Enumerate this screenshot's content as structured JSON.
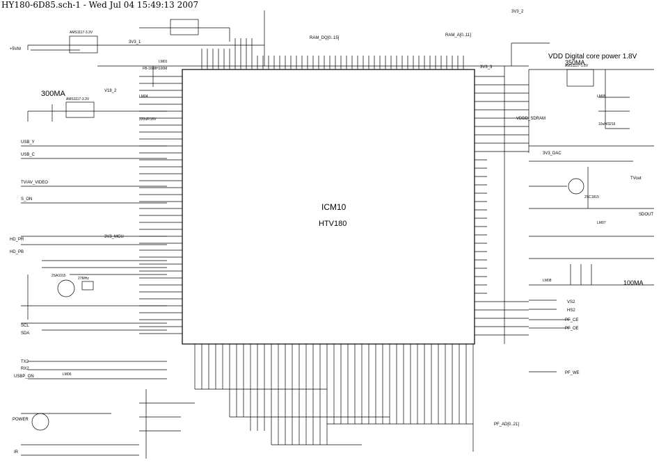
{
  "header": {
    "title": "HY180-6D85.sch-1 - Wed Jul 04 15:49:13 2007"
  },
  "chip": {
    "ref": "ICM10",
    "part": "HTV180"
  },
  "notes": {
    "current_300": "300MA",
    "vdd_core": "VDD Digital core power 1.8V",
    "current_350": "350MA",
    "current_100": "100MA"
  },
  "nets": {
    "plus5v": "+5VM",
    "v33_1": "3V3_1",
    "v33_2": "3V3_2",
    "v33_3": "3V3_3",
    "v18_2": "V18_2",
    "v33_mcu": "3V3_MCU",
    "v33_dac": "3V3_DAC",
    "usb_y": "USB_Y",
    "usb_c": "USB_C",
    "tvav": "TV/AV_VIDEO",
    "s_on": "S_ON",
    "hd_pr": "HD_PR",
    "hd_pb": "HD_PB",
    "tvout": "TVout",
    "sdout1": "SDOUT",
    "scl": "SCL",
    "sda": "SDA",
    "tx2": "TX2",
    "rx2": "RX2",
    "usbp_on": "USBP_ON",
    "ir": "IR",
    "power": "POWER",
    "vdd_sdram": "VDDD_SDRAM",
    "vs2": "VS2",
    "hs2": "HS2",
    "pf_ce": "PF_CE",
    "pf_oe": "PF_OE",
    "pf_we": "PF_WE",
    "pf_ad": "PF_AD[0..21]",
    "ram_dq": "RAM_DQ[0..15]",
    "ram_a": "RAM_A[0..11]"
  },
  "components": {
    "regulator_top": "AMS1117-3.3V",
    "regulator_right": "AMS1117-1.8V",
    "regulator_left": "AMS1117-3.3V",
    "inductor_lm01": "LM01",
    "inductor_lm04": "LM04",
    "inductor_lm05": "LM05",
    "inductor_lm06": "LM06",
    "inductor_lm07": "LM07",
    "inductor_lm08": "LM08",
    "cap_220uf": "220uF/16V",
    "osc": "27MHz",
    "transistor_left": "2SA1015",
    "transistor_right": "2SC1815",
    "lm_value": "FB-1608H100M",
    "ind_val": "10uH/3216"
  },
  "colors": {
    "ink": "#000000",
    "paper": "#ffffff"
  }
}
